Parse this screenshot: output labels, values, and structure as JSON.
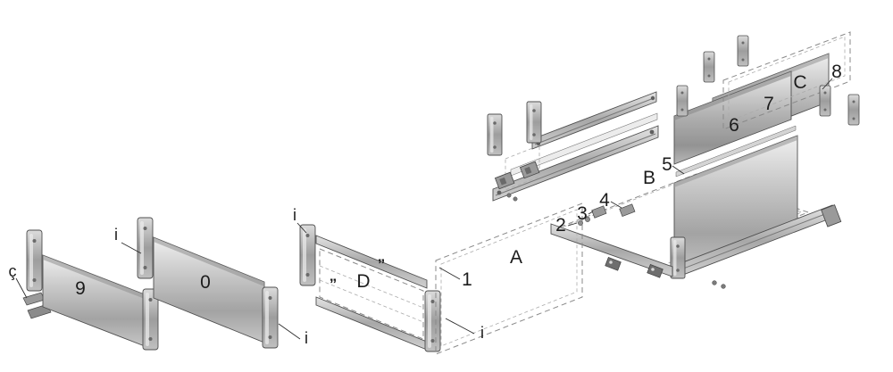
{
  "figure": {
    "kind": "exploded-assembly-diagram",
    "subject": "drawer-system-parts",
    "background_color": "#ffffff",
    "outline_color": "#4f4f4f",
    "dashed_color": "#8a8a8a",
    "metal_light": "#f0f0f0",
    "metal_mid": "#a3a3a3",
    "label_color": "#1c1c1c"
  },
  "callouts": {
    "left_note": "ç",
    "panel_left_front": "9",
    "panel_left_rear": "0",
    "frame": "D",
    "front_panel": "A",
    "bottom_panel": "B",
    "rear_board": "C",
    "num_1": "1",
    "num_2": "2",
    "num_3": "3",
    "num_4": "4",
    "num_5": "5",
    "num_6": "6",
    "num_7": "7",
    "num_8": "8",
    "info_panel0_top": "i",
    "info_panel0_bottom": "i",
    "info_frame_top": "i",
    "info_frame_bottom": "i",
    "ditto_upper": "”",
    "ditto_lower": "”"
  }
}
